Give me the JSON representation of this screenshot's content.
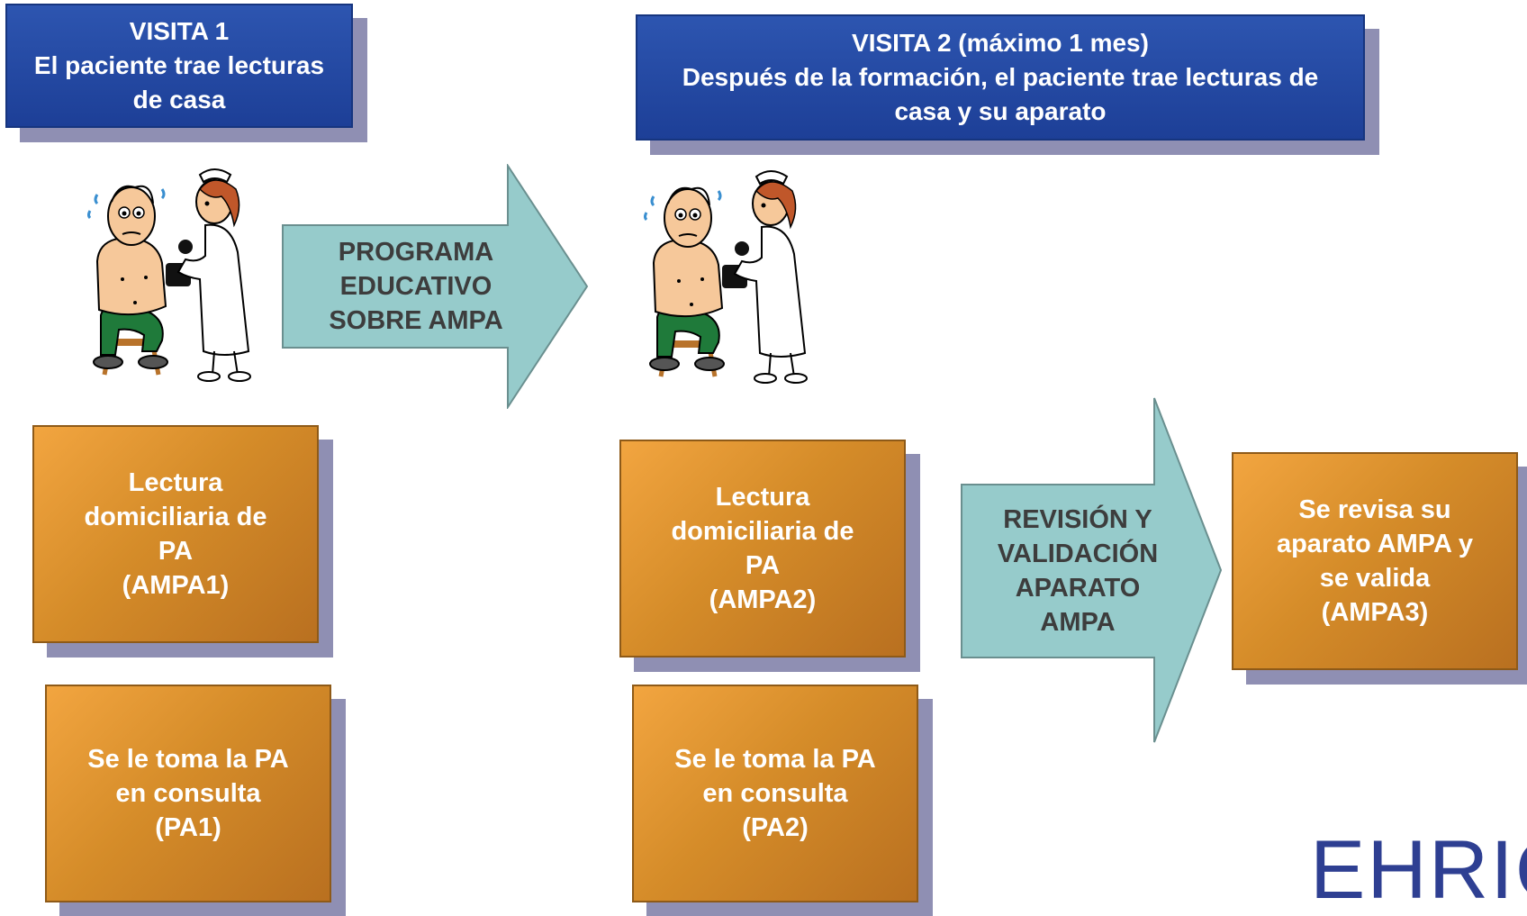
{
  "visit1": {
    "lines": [
      "VISITA 1",
      "El paciente trae lecturas",
      "de casa"
    ]
  },
  "visit2": {
    "lines": [
      "VISITA 2 (máximo 1 mes)",
      "Después de la formación, el paciente trae lecturas de",
      "casa y su aparato"
    ]
  },
  "arrow_program": {
    "lines": [
      "PROGRAMA",
      "EDUCATIVO",
      "SOBRE AMPA"
    ]
  },
  "arrow_review": {
    "lines": [
      "REVISIÓN Y",
      "VALIDACIÓN",
      "APARATO",
      "AMPA"
    ]
  },
  "box_ampa1": {
    "lines": [
      "Lectura",
      "domiciliaria de",
      "PA",
      "(AMPA1)"
    ]
  },
  "box_pa1": {
    "lines": [
      "Se le toma la PA",
      "en consulta",
      "(PA1)"
    ]
  },
  "box_ampa2": {
    "lines": [
      "Lectura",
      "domiciliaria de",
      "PA",
      "(AMPA2)"
    ]
  },
  "box_pa2": {
    "lines": [
      "Se le toma la PA",
      "en consulta",
      "(PA2)"
    ]
  },
  "box_ampa3": {
    "lines": [
      "Se revisa su",
      "aparato AMPA y",
      "se valida",
      "(AMPA3)"
    ]
  },
  "logo": {
    "text": "EHRIC"
  },
  "colors": {
    "header_blue": "#1d3f97",
    "box_orange": "#d58c29",
    "arrow_teal": "#96cbcb",
    "shadow": "#8f8fb3",
    "logo": "#2e3f92"
  },
  "icons": {
    "illustration": "nurse-measuring-patient-blood-pressure"
  }
}
